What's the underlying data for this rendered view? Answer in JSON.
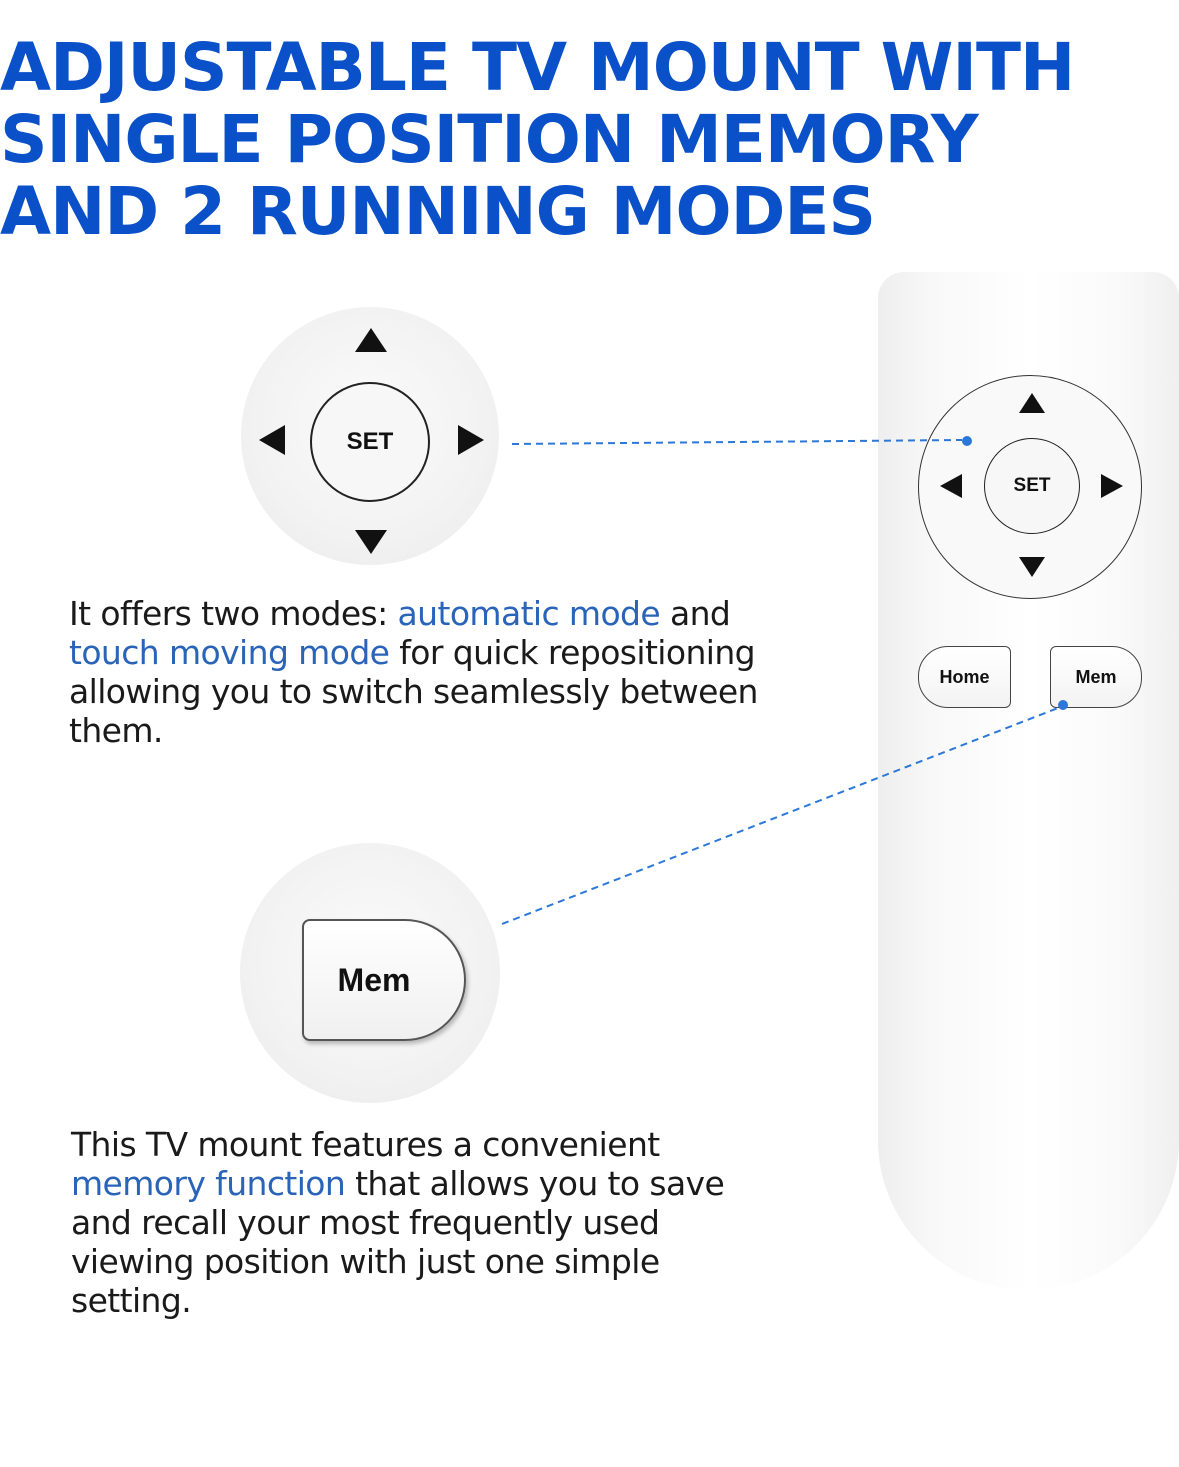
{
  "headline": {
    "line1": "ADJUSTABLE TV MOUNT WITH",
    "line2": "SINGLE POSITION MEMORY",
    "line3": "AND 2 RUNNING MODES"
  },
  "dpad_zoom": {
    "set_label": "SET"
  },
  "mem_zoom": {
    "mem_label": "Mem"
  },
  "paragraph1": {
    "part1": "It offers two modes: ",
    "highlight1": "automatic mode",
    "part2": " and ",
    "highlight2": "touch moving mode",
    "part3": " for quick repositioning allowing you to switch seamlessly between them."
  },
  "paragraph2": {
    "part1": "This TV mount features a convenient ",
    "highlight1": "memory function",
    "part2": " that allows you to save and recall your most frequently used viewing position with just one simple setting."
  },
  "remote": {
    "set_label": "SET",
    "home_label": "Home",
    "mem_label": "Mem"
  },
  "colors": {
    "headline": "#0a50c8",
    "highlight": "#2a64b8",
    "leader_line": "#2b78d8"
  }
}
